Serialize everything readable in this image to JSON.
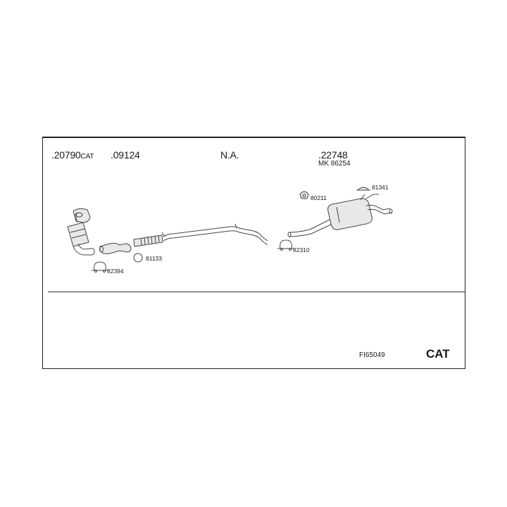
{
  "part_labels": {
    "p20790": ".20790",
    "p20790_suffix": "CAT",
    "p09124": ".09124",
    "na": "N.A.",
    "p22748": ".22748",
    "mk": "MK 86254"
  },
  "callouts": {
    "c82394": "82394",
    "c81133": "81133",
    "c82310": "82310",
    "c80211": "80211",
    "c81341": "81341"
  },
  "footer": {
    "code": "FI65049",
    "type": "CAT"
  },
  "colors": {
    "line": "#444444",
    "part_fill": "#e8e8e8"
  }
}
